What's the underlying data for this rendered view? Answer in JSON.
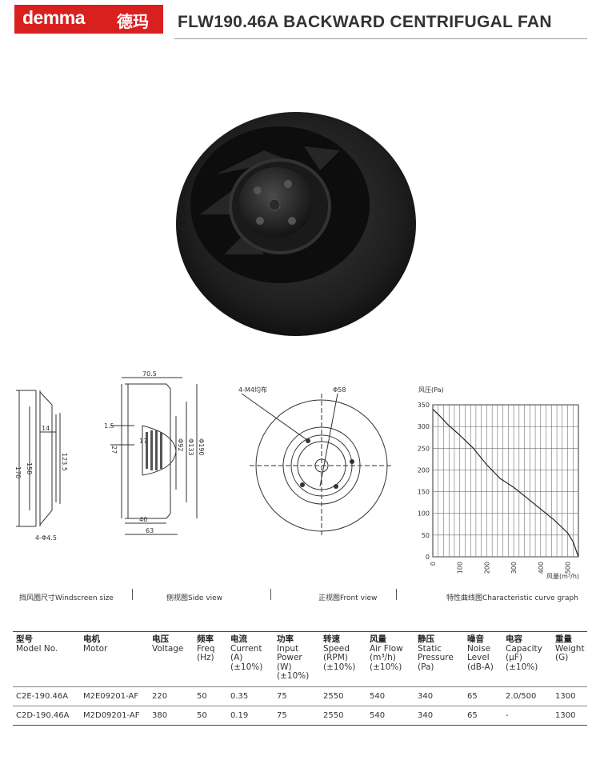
{
  "header": {
    "brand": "demma",
    "brand_cn": "德玛",
    "title": "FLW190.46A BACKWARD CENTRIFUGAL FAN"
  },
  "colors": {
    "brand_red": "#d9201f",
    "line": "#444444"
  },
  "drawings": {
    "windscreen": {
      "caption": "挡风圈尺寸Windscreen size",
      "dims": [
        "14",
        "170",
        "158",
        "123.5",
        "4-Φ4.5"
      ]
    },
    "side": {
      "caption": "侧视图Side view",
      "dims": [
        "70.5",
        "1.5",
        "17",
        "27",
        "Φ92",
        "Φ133",
        "Φ190",
        "46",
        "63"
      ]
    },
    "front": {
      "caption": "正视图Front view",
      "dims": [
        "4-M4均布",
        "Φ58"
      ]
    },
    "curve": {
      "caption": "特性曲线图Characteristic curve graph"
    }
  },
  "chart_data": {
    "type": "line",
    "ylabel": "风压(Pa)",
    "xlabel": "风量(m³/h)",
    "xlim": [
      0,
      540
    ],
    "ylim": [
      0,
      350
    ],
    "xticks": [
      0,
      100,
      200,
      300,
      400,
      500
    ],
    "yticks": [
      0,
      50,
      100,
      150,
      200,
      250,
      300,
      350
    ],
    "grid": true,
    "x": [
      0,
      25,
      55,
      100,
      150,
      200,
      250,
      300,
      350,
      400,
      450,
      500,
      520,
      540
    ],
    "y": [
      340,
      325,
      305,
      280,
      250,
      212,
      180,
      160,
      135,
      110,
      85,
      55,
      35,
      0
    ]
  },
  "table": {
    "headers": [
      {
        "cn": "型号",
        "en": "Model No."
      },
      {
        "cn": "电机",
        "en": "Motor"
      },
      {
        "cn": "电压",
        "en": "Voltage"
      },
      {
        "cn": "频率",
        "en": "Freq (Hz)"
      },
      {
        "cn": "电流",
        "en": "Current (A) (±10%)"
      },
      {
        "cn": "功率",
        "en": "Input Power (W) (±10%)"
      },
      {
        "cn": "转速",
        "en": "Speed (RPM) (±10%)"
      },
      {
        "cn": "风量",
        "en": "Air Flow (m³/h) (±10%)"
      },
      {
        "cn": "静压",
        "en": "Static Pressure (Pa)"
      },
      {
        "cn": "噪音",
        "en": "Noise Level (dB-A)"
      },
      {
        "cn": "电容",
        "en": "Capacity (μF) (±10%)"
      },
      {
        "cn": "重量",
        "en": "Weight (G)"
      }
    ],
    "rows": [
      [
        "C2E-190.46A",
        "M2E09201-AF",
        "220",
        "50",
        "0.35",
        "75",
        "2550",
        "540",
        "340",
        "65",
        "2.0/500",
        "1300"
      ],
      [
        "C2D-190.46A",
        "M2D09201-AF",
        "380",
        "50",
        "0.19",
        "75",
        "2550",
        "540",
        "340",
        "65",
        "-",
        "1300"
      ]
    ]
  }
}
